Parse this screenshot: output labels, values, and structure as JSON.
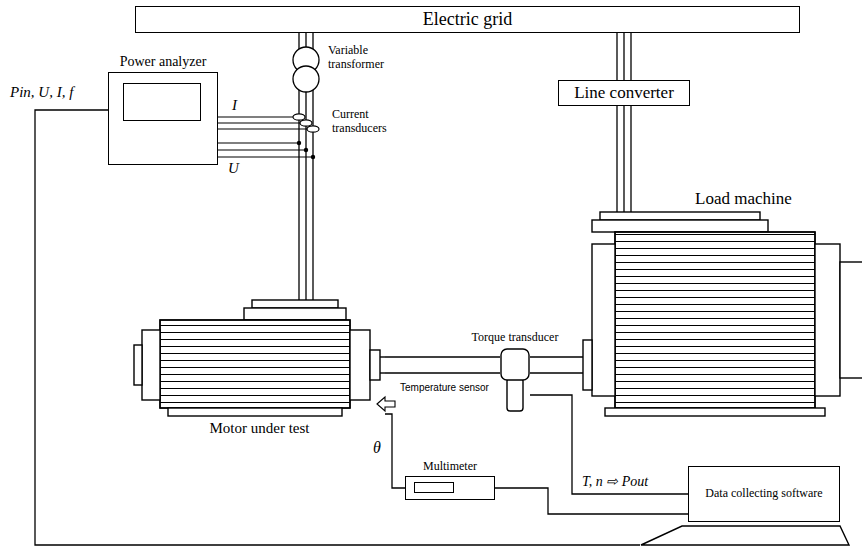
{
  "diagram": {
    "nodes": [
      {
        "text": [
          "Electric grid"
        ]
      },
      {
        "text": [
          "Power analyzer"
        ]
      },
      {
        "text": [
          "Line converter"
        ]
      },
      {
        "text": [
          "Load machine"
        ]
      },
      {
        "text": [
          "Motor under test"
        ]
      },
      {
        "text": [
          "Torque transducer"
        ]
      },
      {
        "text": [
          "Multimeter"
        ]
      },
      {
        "text": [
          "Data collecting software"
        ]
      }
    ],
    "edges": [
      {
        "from": 0,
        "to": 4,
        "arrow": "none"
      },
      {
        "from": 0,
        "to": 2,
        "arrow": "none"
      },
      {
        "from": 2,
        "to": 3,
        "arrow": "none"
      },
      {
        "from": 4,
        "to": 5,
        "arrow": "none"
      },
      {
        "from": 5,
        "to": 3,
        "arrow": "none"
      },
      {
        "from": 1,
        "to": 7,
        "label": "Pin, U, I, f",
        "arrow": "none"
      },
      {
        "from": 6,
        "to": 4,
        "label": "θ",
        "arrow": "none"
      },
      {
        "from": 5,
        "to": 7,
        "label": "T, n ⇨ Pout",
        "arrow": "none"
      },
      {
        "from": 6,
        "to": 7,
        "arrow": "none"
      }
    ],
    "labels": [
      "Variable transformer",
      "I",
      "Current transducers",
      "U",
      "Temperature sensor"
    ]
  }
}
